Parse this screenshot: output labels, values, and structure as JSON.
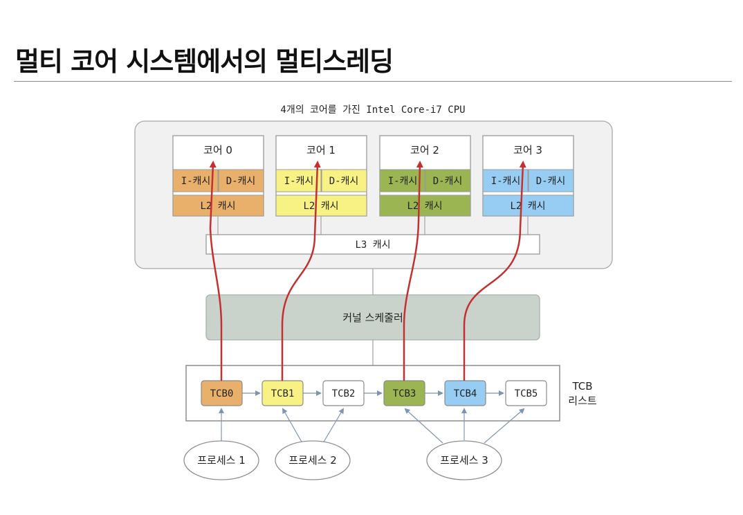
{
  "title": "멀티 코어 시스템에서의 멀티스레딩",
  "cpu_label": "4개의 코어를 가진 Intel Core-i7 CPU",
  "cores": [
    {
      "name": "코어 0",
      "icache": "I-캐시",
      "dcache": "D-캐시",
      "l2": "L2 캐시",
      "color": "#E8B06A"
    },
    {
      "name": "코어 1",
      "icache": "I-캐시",
      "dcache": "D-캐시",
      "l2": "L2 캐시",
      "color": "#F8F285"
    },
    {
      "name": "코어 2",
      "icache": "I-캐시",
      "dcache": "D-캐시",
      "l2": "L2 캐시",
      "color": "#9BB553"
    },
    {
      "name": "코어 3",
      "icache": "I-캐시",
      "dcache": "D-캐시",
      "l2": "L2 캐시",
      "color": "#98CDF3"
    }
  ],
  "l3": "L3 캐시",
  "scheduler": "커널 스케줄러",
  "tcb_list_label": [
    "TCB",
    "리스트"
  ],
  "tcbs": [
    {
      "name": "TCB0",
      "color": "#E8B06A"
    },
    {
      "name": "TCB1",
      "color": "#F8F285"
    },
    {
      "name": "TCB2",
      "color": "#FFFFFF"
    },
    {
      "name": "TCB3",
      "color": "#9BB553"
    },
    {
      "name": "TCB4",
      "color": "#98CDF3"
    },
    {
      "name": "TCB5",
      "color": "#FFFFFF"
    }
  ],
  "processes": [
    "프로세스 1",
    "프로세스 2",
    "프로세스 3"
  ],
  "colors": {
    "arrow_red": "#C43030",
    "cpu_bg": "#F1F1F1",
    "scheduler_bg": "#C9D3CC",
    "blue_arrow": "#7E95B0"
  }
}
